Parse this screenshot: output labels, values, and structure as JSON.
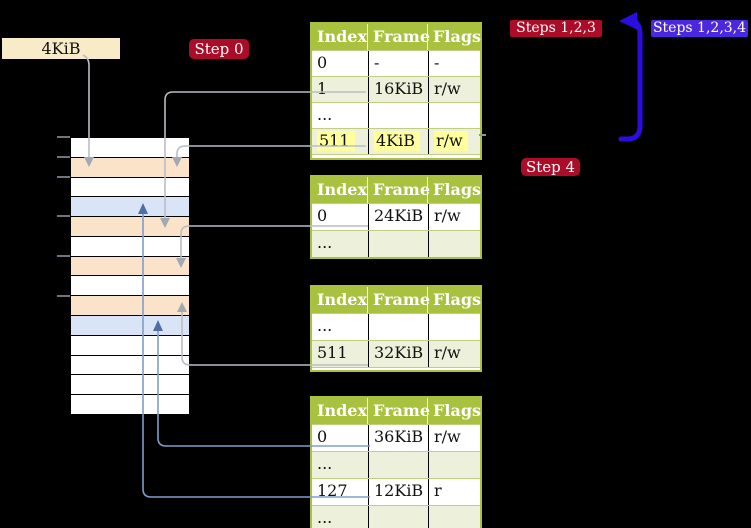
{
  "memory_label_box": {
    "text": "4KiB"
  },
  "badges": {
    "step0": "Step 0",
    "steps123": "Steps 1,2,3",
    "steps1234": "Steps 1,2,3,4",
    "step4": "Step 4"
  },
  "tables": [
    {
      "headers": [
        "Index",
        "Frame",
        "Flags"
      ],
      "rows": [
        {
          "cells": [
            "0",
            "-",
            "-"
          ]
        },
        {
          "cells": [
            "1",
            "16KiB",
            "r/w"
          ]
        },
        {
          "cells": [
            "...",
            "",
            ""
          ]
        },
        {
          "cells": [
            "511",
            "4KiB",
            "r/w"
          ],
          "highlighted": true
        }
      ]
    },
    {
      "headers": [
        "Index",
        "Frame",
        "Flags"
      ],
      "rows": [
        {
          "cells": [
            "0",
            "24KiB",
            "r/w"
          ]
        },
        {
          "cells": [
            "...",
            "",
            ""
          ]
        }
      ]
    },
    {
      "headers": [
        "Index",
        "Frame",
        "Flags"
      ],
      "rows": [
        {
          "cells": [
            "...",
            "",
            ""
          ]
        },
        {
          "cells": [
            "511",
            "32KiB",
            "r/w"
          ]
        }
      ]
    },
    {
      "headers": [
        "Index",
        "Frame",
        "Flags"
      ],
      "rows": [
        {
          "cells": [
            "0",
            "36KiB",
            "r/w"
          ]
        },
        {
          "cells": [
            "...",
            "",
            ""
          ]
        },
        {
          "cells": [
            "127",
            "12KiB",
            "r"
          ]
        },
        {
          "cells": [
            "...",
            "",
            ""
          ]
        }
      ]
    }
  ],
  "memory_strip": {
    "row_count": 14,
    "pattern": [
      "white",
      "peach",
      "white",
      "blue",
      "peach",
      "white",
      "peach",
      "white",
      "peach",
      "blue",
      "white",
      "white",
      "white",
      "white"
    ],
    "tick_count": 6
  },
  "connections": [
    {
      "from": "label-4KiB",
      "to": "memory-row-2",
      "color": "gray"
    },
    {
      "from": "table-1-row-1",
      "to": "memory-row-5",
      "color": "gray"
    },
    {
      "from": "table-1-row-511",
      "to": "memory-row-2",
      "color": "gray"
    },
    {
      "from": "table-2-row-0",
      "to": "memory-row-7",
      "color": "gray"
    },
    {
      "from": "table-3-row-511",
      "to": "memory-row-9",
      "color": "gray"
    },
    {
      "from": "table-4-row-0",
      "to": "memory-row-10",
      "color": "steel-blue"
    },
    {
      "from": "table-4-row-127",
      "to": "memory-row-4",
      "color": "steel-blue"
    },
    {
      "from": "near-table-1",
      "to": "upper-left",
      "color": "deep-blue",
      "style": "thick-loop"
    }
  ],
  "colors": {
    "table_header_bg": "#a8c23f",
    "table_row_alt_bg": "#edf0da",
    "highlight_yellow": "#ffff9e",
    "memory_peach": "#fbe3c9",
    "memory_blue": "#d9e5f6",
    "label_box_bg": "#f8ebc8",
    "badge_red": "#ab0d28",
    "badge_blue_violet": "#4b28e0",
    "arrow_gray": "#b9bdc3",
    "arrow_steel_blue": "#7f9dca",
    "arrow_deep_blue": "#2c0de0"
  }
}
